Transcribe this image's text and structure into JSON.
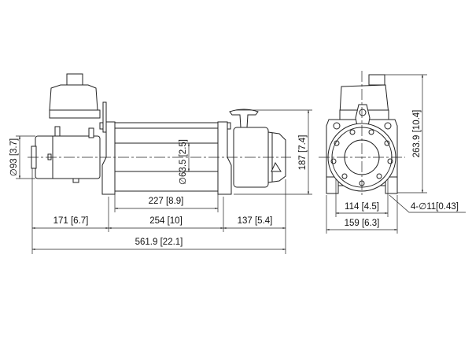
{
  "drawing": {
    "title": "Winch dimensional drawing",
    "side_view": {
      "dim_motor_diameter": "∅93 [3.7]",
      "dim_drum_diameter": "∅63.5 [2.5]",
      "dim_height": "187 [7.4]",
      "dim_drum_length": "227 [8.9]",
      "dim_motor_length": "171 [6.7]",
      "dim_mount_span": "254 [10]",
      "dim_gearbox_length": "137 [5.4]",
      "dim_overall_length": "561.9 [22.1]"
    },
    "front_view": {
      "dim_overall_height": "263.9 [10.4]",
      "dim_bolt_spacing": "114 [4.5]",
      "dim_base_width": "159 [6.3]",
      "dim_mount_holes": "4-∅11[0.43]"
    }
  }
}
